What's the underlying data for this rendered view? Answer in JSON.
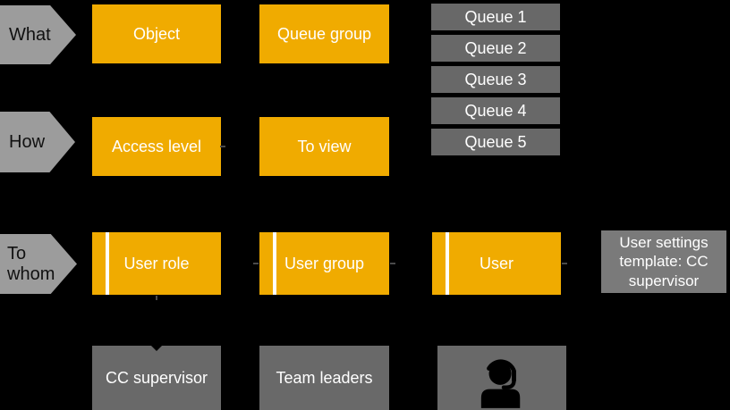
{
  "colors": {
    "background": "#000000",
    "accent_orange": "#F0AB00",
    "box_gray": "#696969",
    "note_gray": "#7A7A7A",
    "chevron_gray": "#9C9C9C",
    "text_on_orange": "#FFFFFF",
    "text_on_gray": "#FFFFFF",
    "text_on_chevron": "#111111"
  },
  "row_labels": {
    "what": "What",
    "how": "How",
    "to_whom": "To whom"
  },
  "boxes": {
    "object": "Object",
    "queue_group": "Queue group",
    "queues": [
      "Queue 1",
      "Queue 2",
      "Queue 3",
      "Queue 4",
      "Queue 5"
    ],
    "access_level": "Access level",
    "to_view": "To view",
    "user_role": "User role",
    "user_group": "User group",
    "user": "User",
    "user_settings_template": "User settings template: CC supervisor",
    "cc_supervisor": "CC supervisor",
    "team_leaders": "Team leaders"
  },
  "icons": {
    "agent": "person-with-headset-icon"
  }
}
